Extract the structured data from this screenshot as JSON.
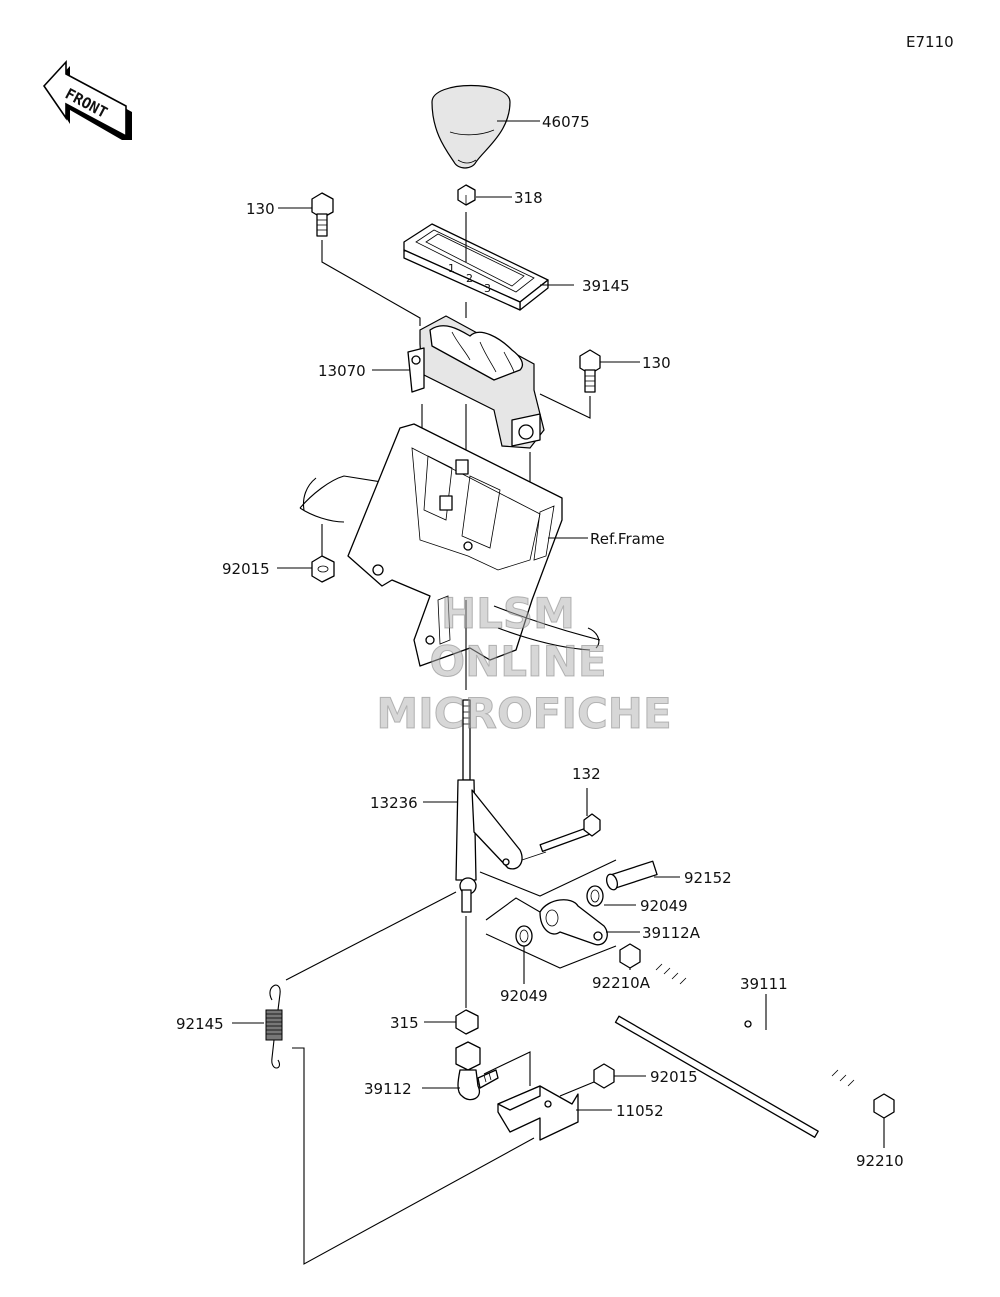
{
  "diagram_code": "E7110",
  "front_arrow_label": "FRONT",
  "watermark": {
    "line1": "HLSM",
    "line2": "ONLINE",
    "line3": "MICROFICHE"
  },
  "callouts": [
    {
      "id": "46075",
      "label": "46075"
    },
    {
      "id": "318",
      "label": "318"
    },
    {
      "id": "130-left",
      "label": "130"
    },
    {
      "id": "39145",
      "label": "39145"
    },
    {
      "id": "130-right",
      "label": "130"
    },
    {
      "id": "13070",
      "label": "13070"
    },
    {
      "id": "ref-frame",
      "label": "Ref.Frame"
    },
    {
      "id": "92015-left",
      "label": "92015"
    },
    {
      "id": "132",
      "label": "132"
    },
    {
      "id": "13236",
      "label": "13236"
    },
    {
      "id": "92152",
      "label": "92152"
    },
    {
      "id": "92049-right",
      "label": "92049"
    },
    {
      "id": "39112A",
      "label": "39112A"
    },
    {
      "id": "92049-left",
      "label": "92049"
    },
    {
      "id": "92210A",
      "label": "92210A"
    },
    {
      "id": "39111",
      "label": "39111"
    },
    {
      "id": "92145",
      "label": "92145"
    },
    {
      "id": "315",
      "label": "315"
    },
    {
      "id": "92015-right",
      "label": "92015"
    },
    {
      "id": "39112",
      "label": "39112"
    },
    {
      "id": "11052",
      "label": "11052"
    },
    {
      "id": "92210",
      "label": "92210"
    }
  ]
}
